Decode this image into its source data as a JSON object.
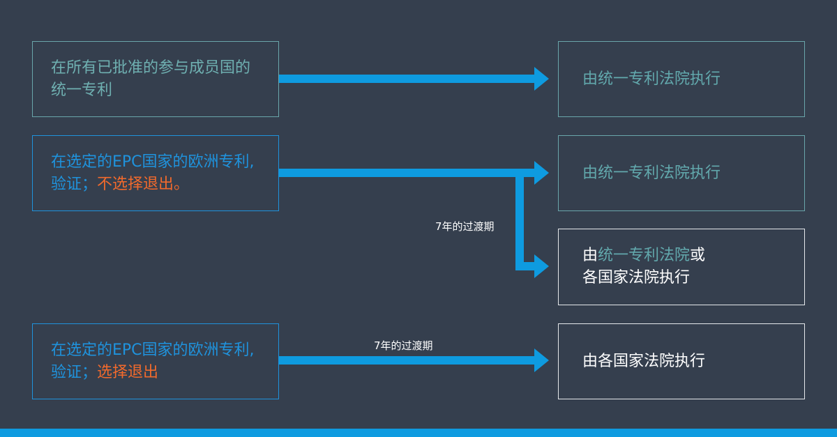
{
  "rows": {
    "row1": {
      "left": {
        "line1": "在所有已批准的参与成员国的",
        "line2": "统一专利"
      },
      "right": {
        "text": "由统一专利法院执行"
      }
    },
    "row2": {
      "left": {
        "line1": "在选定的EPC国家的欧洲专利,",
        "line2_a": "验证；",
        "line2_b": "不选择退出。"
      },
      "right_top": {
        "text": "由统一专利法院执行"
      },
      "right_bottom": {
        "line1_a": "由",
        "line1_b": "统一专利法院",
        "line1_c": "或",
        "line2": "各国家法院执行"
      },
      "period_label": "7年的过渡期"
    },
    "row3": {
      "left": {
        "line1": "在选定的EPC国家的欧洲专利,",
        "line2_a": "验证；",
        "line2_b": "选择退出"
      },
      "right": {
        "text": "由各国家法院执行"
      },
      "period_label": "7年的过渡期"
    }
  },
  "colors": {
    "background": "#353f4e",
    "arrow": "#0e9be0",
    "teal": "#6fb0b1",
    "blue": "#1f93dd",
    "orange": "#f26a2c",
    "white": "#ffffff",
    "bottom_bar": "#0e9be0"
  }
}
